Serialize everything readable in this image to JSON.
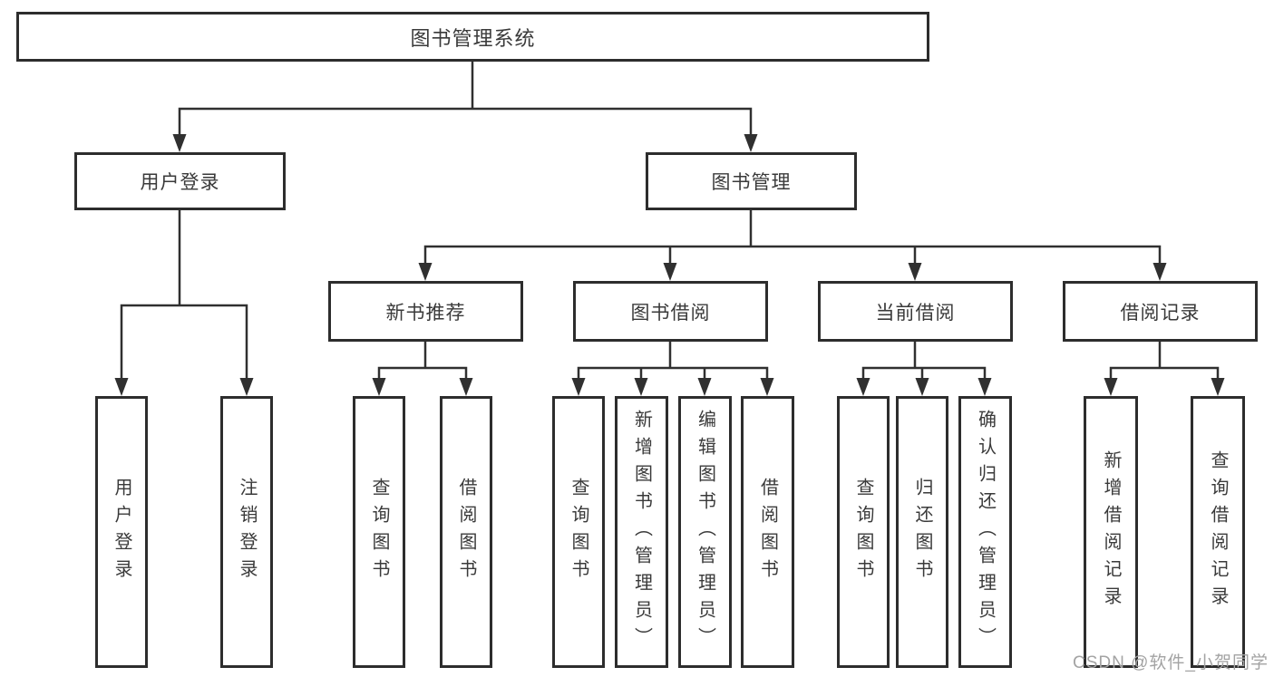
{
  "diagram": {
    "root": {
      "label": "图书管理系统"
    },
    "level2": [
      {
        "id": "user-login",
        "label": "用户登录"
      },
      {
        "id": "book-management",
        "label": "图书管理"
      }
    ],
    "level3": [
      {
        "id": "new-book-recommend",
        "label": "新书推荐"
      },
      {
        "id": "book-borrow",
        "label": "图书借阅"
      },
      {
        "id": "current-borrow",
        "label": "当前借阅"
      },
      {
        "id": "borrow-records",
        "label": "借阅记录"
      }
    ],
    "leaves": [
      {
        "parent": "用户登录",
        "label": "用户登录"
      },
      {
        "parent": "用户登录",
        "label": "注销登录"
      },
      {
        "parent": "新书推荐",
        "label": "查询图书"
      },
      {
        "parent": "新书推荐",
        "label": "借阅图书"
      },
      {
        "parent": "图书借阅",
        "label": "查询图书"
      },
      {
        "parent": "图书借阅",
        "label": "新增图书（管理员）"
      },
      {
        "parent": "图书借阅",
        "label": "编辑图书（管理员）"
      },
      {
        "parent": "图书借阅",
        "label": "借阅图书"
      },
      {
        "parent": "当前借阅",
        "label": "查询图书"
      },
      {
        "parent": "当前借阅",
        "label": "归还图书"
      },
      {
        "parent": "当前借阅",
        "label": "确认归还（管理员）"
      },
      {
        "parent": "借阅记录",
        "label": "新增借阅记录"
      },
      {
        "parent": "借阅记录",
        "label": "查询借阅记录"
      }
    ]
  },
  "watermark": {
    "text": "CSDN @软件_小贺同学"
  },
  "colors": {
    "line": "#303030",
    "box_border": "#2d2d2d",
    "box_fill": "#ffffff",
    "text": "#3a3a3a",
    "watermark": "#a3a3a3",
    "background": "#ffffff"
  }
}
